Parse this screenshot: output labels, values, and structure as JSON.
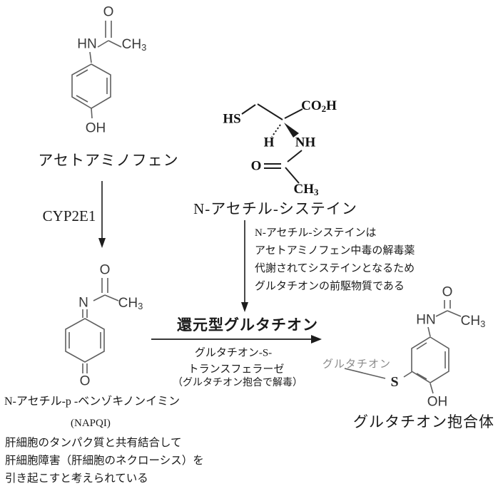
{
  "molecules": {
    "acetaminophen": {
      "name": "アセトアミノフェン",
      "atoms": {
        "o": "O",
        "hn": "HN",
        "ch3": "CH",
        "ch3_sub": "3",
        "oh": "OH"
      }
    },
    "n_acetyl_cysteine": {
      "name": "N-アセチル-システイン",
      "atoms": {
        "hs": "HS",
        "co2h_c": "CO",
        "co2h_sub": "2",
        "co2h_h": "H",
        "h": "H",
        "nh": "NH",
        "o": "O",
        "ch3": "CH",
        "ch3_sub": "3"
      }
    },
    "napqi": {
      "name_line1": "N-アセチル-p -ベンゾキノンイミン",
      "name_line2": "(NAPQI)",
      "atoms": {
        "o_top": "O",
        "n": "N",
        "ch3": "CH",
        "ch3_sub": "3",
        "o_bottom": "O"
      }
    },
    "glutathione_conjugate": {
      "name": "グルタチオン抱合体",
      "glutathione_label": "グルタチオン",
      "atoms": {
        "o": "O",
        "hn": "HN",
        "ch3": "CH",
        "ch3_sub": "3",
        "s": "S",
        "oh": "OH"
      }
    }
  },
  "reactions": {
    "enzyme_cyp": "CYP2E1",
    "reduced_glutathione": "還元型グルタチオン",
    "gst_line1": "グルタチオン-S-",
    "gst_line2": "トランスフェラーゼ",
    "gst_line3": "（グルタチオン抱合で解毒）"
  },
  "annotations": {
    "nac_note": [
      "N-アセチル-システインは",
      "アセトアミノフェン中毒の解毒薬",
      "代謝されてシステインとなるため",
      "グルタチオンの前駆物質である"
    ],
    "napqi_note": [
      "肝細胞のタンパク質と共有結合して",
      "肝細胞障害（肝細胞のネクローシス）を",
      "引き起こすと考えられている"
    ]
  },
  "colors": {
    "text": "#1a1a1a",
    "structure_line": "#5f5f5f",
    "nac_structure_line": "#1c1c1c",
    "glutathione_gray": "#8a8a8a",
    "background": "#ffffff"
  }
}
